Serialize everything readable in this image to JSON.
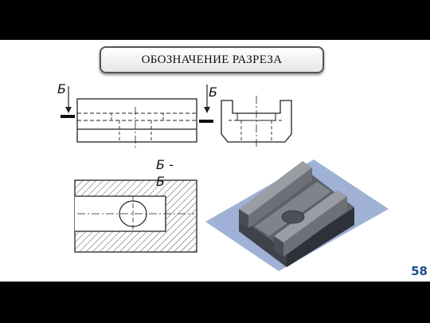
{
  "slide": {
    "title": "ОБОЗНАЧЕНИЕ  РАЗРЕЗА",
    "page_number": "58"
  },
  "drawing": {
    "cut_letter_left": "Б",
    "cut_letter_right": "Б",
    "section_label_line1": "Б -",
    "section_label_line2": "Б"
  }
}
